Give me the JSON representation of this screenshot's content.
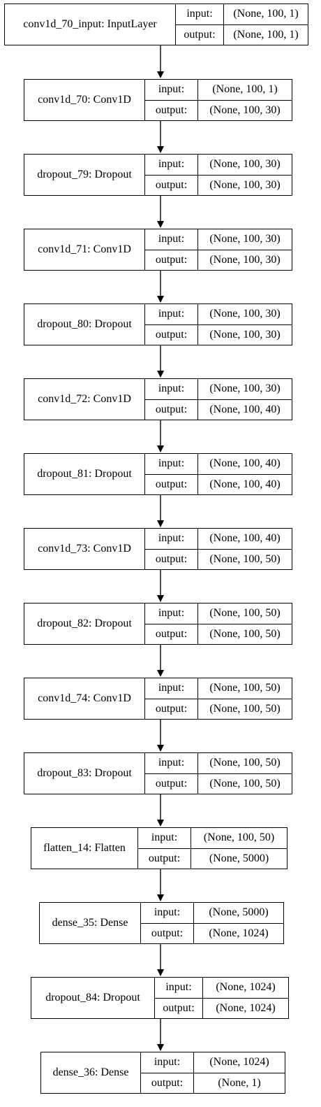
{
  "diagram": {
    "input_label": "input:",
    "output_label": "output:",
    "layers": [
      {
        "name": "conv1d_70_input: InputLayer",
        "input": "(None, 100, 1)",
        "output": "(None, 100, 1)"
      },
      {
        "name": "conv1d_70: Conv1D",
        "input": "(None, 100, 1)",
        "output": "(None, 100, 30)"
      },
      {
        "name": "dropout_79: Dropout",
        "input": "(None, 100, 30)",
        "output": "(None, 100, 30)"
      },
      {
        "name": "conv1d_71: Conv1D",
        "input": "(None, 100, 30)",
        "output": "(None, 100, 30)"
      },
      {
        "name": "dropout_80: Dropout",
        "input": "(None, 100, 30)",
        "output": "(None, 100, 30)"
      },
      {
        "name": "conv1d_72: Conv1D",
        "input": "(None, 100, 30)",
        "output": "(None, 100, 40)"
      },
      {
        "name": "dropout_81: Dropout",
        "input": "(None, 100, 40)",
        "output": "(None, 100, 40)"
      },
      {
        "name": "conv1d_73: Conv1D",
        "input": "(None, 100, 40)",
        "output": "(None, 100, 50)"
      },
      {
        "name": "dropout_82: Dropout",
        "input": "(None, 100, 50)",
        "output": "(None, 100, 50)"
      },
      {
        "name": "conv1d_74: Conv1D",
        "input": "(None, 100, 50)",
        "output": "(None, 100, 50)"
      },
      {
        "name": "dropout_83: Dropout",
        "input": "(None, 100, 50)",
        "output": "(None, 100, 50)"
      },
      {
        "name": "flatten_14: Flatten",
        "input": "(None, 100, 50)",
        "output": "(None, 5000)"
      },
      {
        "name": "dense_35: Dense",
        "input": "(None, 5000)",
        "output": "(None, 1024)"
      },
      {
        "name": "dropout_84: Dropout",
        "input": "(None, 1024)",
        "output": "(None, 1024)"
      },
      {
        "name": "dense_36: Dense",
        "input": "(None, 1024)",
        "output": "(None, 1)"
      }
    ]
  }
}
